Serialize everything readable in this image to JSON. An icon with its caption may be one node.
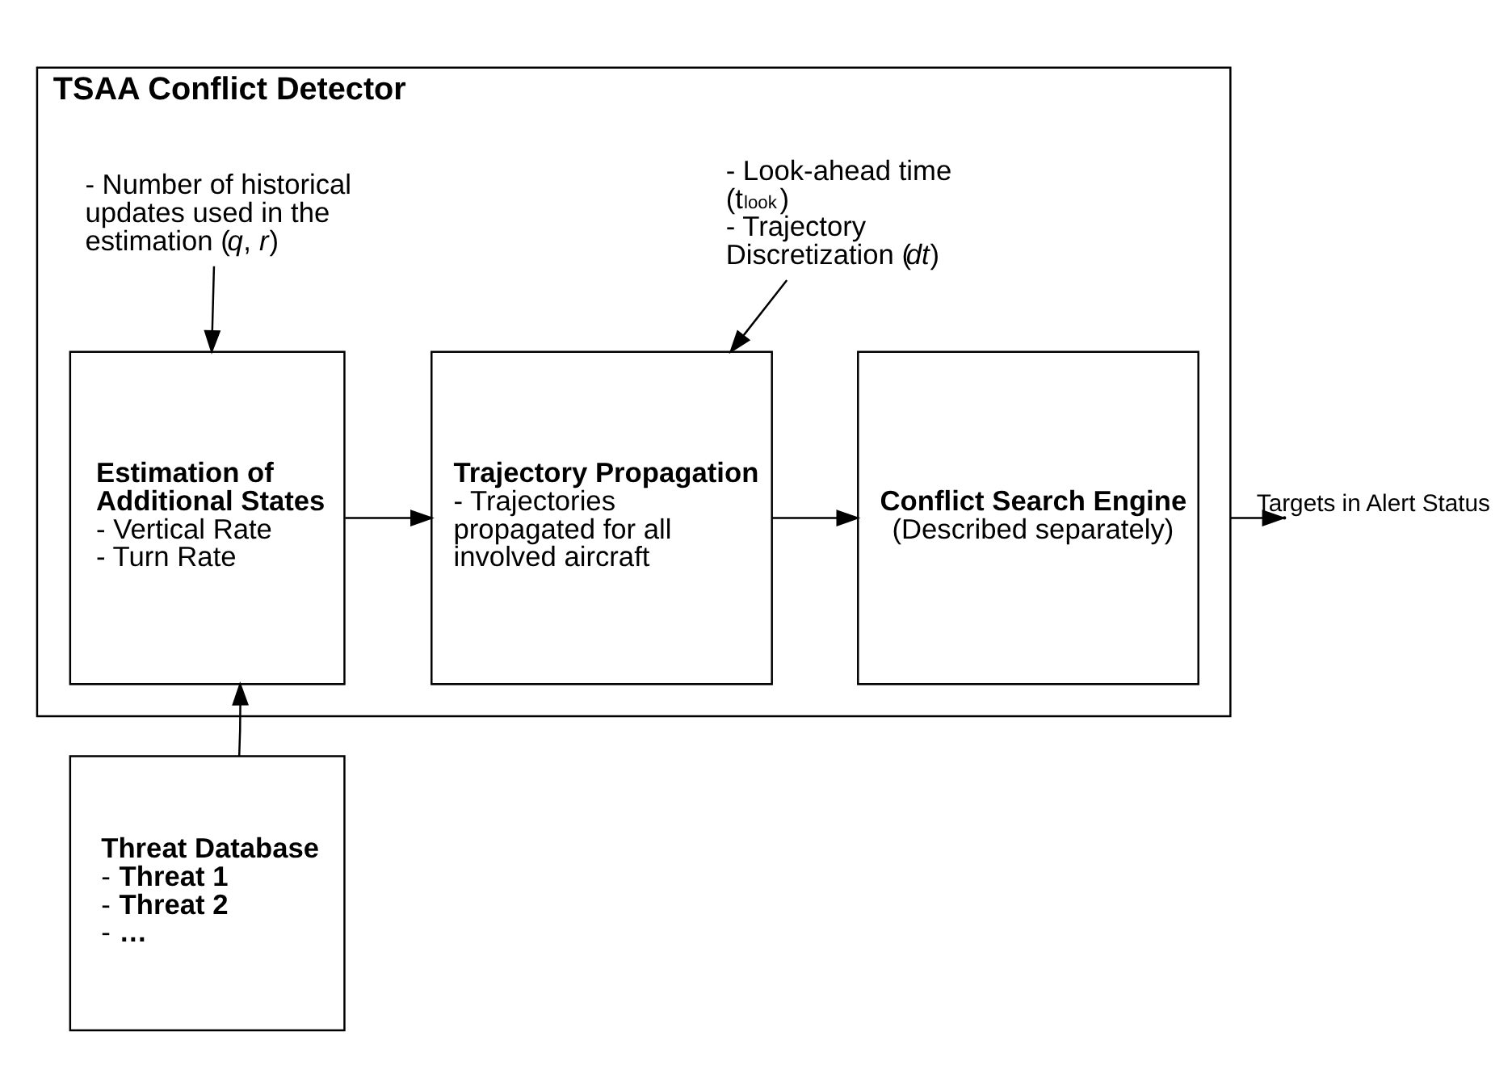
{
  "diagram": {
    "nodes": [
      {
        "text": [
          "TSAA Conflict Detector"
        ]
      },
      {
        "text": [
          "- Number of historical updates used in the estimation (*q*, *r*)"
        ],
        "in": 0
      },
      {
        "text": [
          "- Look-ahead time (t$_{look}$)",
          "- Trajectory Discretization (*dt*)"
        ],
        "in": 0
      },
      {
        "text": [
          "Estimation of Additional States",
          "- Vertical Rate",
          "- Turn Rate"
        ],
        "in": 0
      },
      {
        "text": [
          "Trajectory Propagation",
          "- Trajectories propagated for all involved aircraft"
        ],
        "in": 0
      },
      {
        "text": [
          "Conflict Search Engine",
          "(Described separately)"
        ],
        "in": 0
      },
      {
        "text": [
          "Threat Database",
          "- **Threat 1**",
          "- **Threat 2**",
          "- **…**"
        ]
      }
    ],
    "edges": [
      {
        "from": 1,
        "to": 3,
        "arrow": "to"
      },
      {
        "from": 2,
        "to": 4,
        "arrow": "to"
      },
      {
        "from": 3,
        "to": 4,
        "arrow": "to"
      },
      {
        "from": 4,
        "to": 5,
        "arrow": "to"
      },
      {
        "from": 6,
        "to": 3,
        "arrow": "to"
      },
      {
        "from": 0,
        "to": null,
        "arrow": "to",
        "label": "Targets in Alert Status"
      }
    ]
  }
}
